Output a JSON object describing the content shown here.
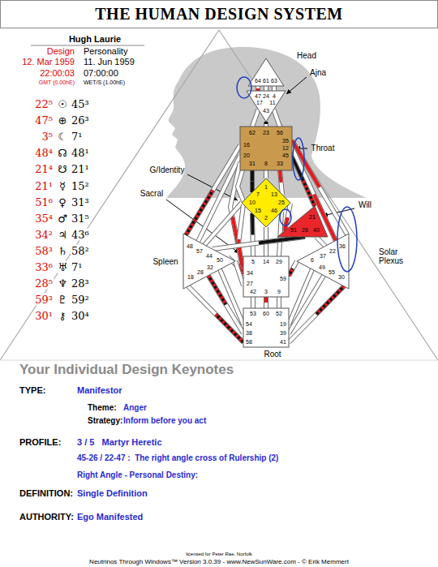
{
  "diagram": {
    "title": "THE HUMAN DESIGN SYSTEM",
    "nodes": [
      {
        "text": [
          "64",
          "61",
          "63"
        ]
      },
      {
        "text": [
          "47",
          "24",
          "4",
          "17",
          "11",
          "43"
        ]
      },
      {
        "text": [
          "62",
          "23",
          "56",
          "35",
          "16",
          "12",
          "20",
          "45",
          "31",
          "8",
          "33"
        ]
      },
      {
        "text": [
          "1",
          "7",
          "13",
          "10",
          "25",
          "15",
          "46",
          "2"
        ]
      },
      {
        "text": [
          "21",
          "51",
          "26",
          "40"
        ]
      },
      {
        "text": [
          "48",
          "57",
          "44",
          "50",
          "32",
          "28",
          "18"
        ]
      },
      {
        "text": [
          "5",
          "14",
          "29",
          "34",
          "59",
          "27",
          "42",
          "3",
          "9"
        ]
      },
      {
        "text": [
          "36",
          "22",
          "37",
          "6",
          "49",
          "55",
          "30"
        ]
      },
      {
        "text": [
          "53",
          "60",
          "52",
          "54",
          "19",
          "38",
          "39",
          "58",
          "41"
        ]
      }
    ],
    "edges": [
      {
        "from": 0,
        "to": 1,
        "arrow": "none"
      },
      {
        "from": 0,
        "to": 1,
        "arrow": "none"
      },
      {
        "from": 0,
        "to": 1,
        "arrow": "none"
      },
      {
        "from": 1,
        "to": 2,
        "arrow": "none"
      },
      {
        "from": 1,
        "to": 2,
        "arrow": "none"
      },
      {
        "from": 1,
        "to": 2,
        "arrow": "none"
      },
      {
        "from": 2,
        "to": 5,
        "arrow": "none"
      },
      {
        "from": 2,
        "to": 5,
        "arrow": "none"
      },
      {
        "from": 2,
        "to": 6,
        "arrow": "none"
      },
      {
        "from": 2,
        "to": 3,
        "arrow": "none"
      },
      {
        "from": 2,
        "to": 3,
        "arrow": "none"
      },
      {
        "from": 2,
        "to": 3,
        "arrow": "none"
      },
      {
        "from": 2,
        "to": 3,
        "arrow": "none"
      },
      {
        "from": 2,
        "to": 4,
        "arrow": "none"
      },
      {
        "from": 2,
        "to": 7,
        "arrow": "none"
      },
      {
        "from": 2,
        "to": 7,
        "arrow": "none"
      },
      {
        "from": 3,
        "to": 5,
        "arrow": "none"
      },
      {
        "from": 3,
        "to": 6,
        "arrow": "none"
      },
      {
        "from": 3,
        "to": 4,
        "arrow": "none"
      },
      {
        "from": 3,
        "to": 6,
        "arrow": "none"
      },
      {
        "from": 3,
        "to": 6,
        "arrow": "none"
      },
      {
        "from": 3,
        "to": 6,
        "arrow": "none"
      },
      {
        "from": 4,
        "to": 5,
        "arrow": "none"
      },
      {
        "from": 4,
        "to": 7,
        "arrow": "none"
      },
      {
        "from": 5,
        "to": 6,
        "arrow": "none"
      },
      {
        "from": 5,
        "to": 6,
        "arrow": "none"
      },
      {
        "from": 6,
        "to": 7,
        "arrow": "none"
      },
      {
        "from": 6,
        "to": 8,
        "arrow": "none"
      },
      {
        "from": 6,
        "to": 8,
        "arrow": "none"
      },
      {
        "from": 6,
        "to": 8,
        "arrow": "none"
      },
      {
        "from": 5,
        "to": 8,
        "arrow": "none"
      },
      {
        "from": 5,
        "to": 8,
        "arrow": "none"
      },
      {
        "from": 5,
        "to": 8,
        "arrow": "none"
      },
      {
        "from": 7,
        "to": 8,
        "arrow": "none"
      },
      {
        "from": 7,
        "to": 8,
        "arrow": "none"
      },
      {
        "from": 7,
        "to": 8,
        "arrow": "none"
      }
    ],
    "labels": [
      "Hugh Laurie",
      "Design",
      "Personality",
      "12. Mar 1959",
      "11. Jun 1959",
      "22:00:03",
      "07:00:00",
      "GMT (0.00hE)",
      "WET/S (1.00hE)",
      "22⁵",
      "☉",
      "45³",
      "47⁵",
      "⊕",
      "26³",
      "3⁵",
      "☾",
      "7¹",
      "48⁴",
      "☊",
      "48¹",
      "21⁴",
      "☋",
      "21¹",
      "21¹",
      "☿",
      "15²",
      "51⁶",
      "♀",
      "31³",
      "35⁴",
      "♂",
      "31⁵",
      "34²",
      "♃",
      "43⁶",
      "58³",
      "♄",
      "58²",
      "33⁶",
      "♅",
      "7¹",
      "28⁵",
      "♆",
      "28³",
      "59³",
      "♇",
      "59²",
      "30¹",
      "⚷",
      "30⁴",
      "Head",
      "Ajna",
      "Throat",
      "G/Identity",
      "Sacral",
      "Will",
      "Spleen",
      "Solar Plexus",
      "Root",
      "Your Individual Design Keynotes",
      "TYPE:",
      "Manifestor",
      "Theme:",
      "Anger",
      "Strategy:",
      "Inform before you act",
      "PROFILE:",
      "3 / 5   Martyr Heretic",
      "45-26 / 22-47 :  The right angle cross of Rulership (2)",
      "Right Angle - Personal Destiny:",
      "DEFINITION:",
      "Single Definition",
      "AUTHORITY:",
      "Ego Manifested",
      "licensed for Peter Rae, Norfolk",
      "Neutrinos Through Windows™ Version 3.0.39 - www.NewSunWare.com - © Erik Memmert"
    ]
  }
}
